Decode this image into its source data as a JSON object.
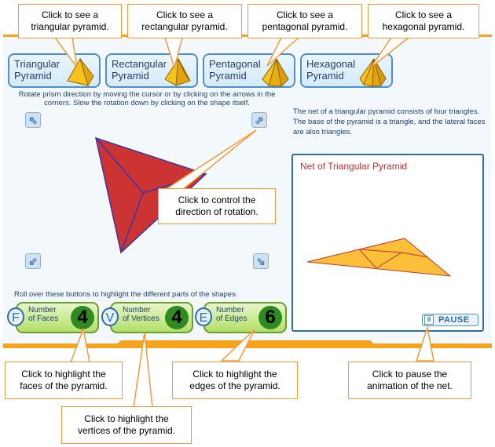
{
  "shape_tabs": [
    {
      "label": "Triangular\nPyramid",
      "icon": "triangular-pyramid-icon"
    },
    {
      "label": "Rectangular\nPyramid",
      "icon": "rectangular-pyramid-icon"
    },
    {
      "label": "Pentagonal\nPyramid",
      "icon": "pentagonal-pyramid-icon"
    },
    {
      "label": "Hexagonal\nPyramid",
      "icon": "hexagonal-pyramid-icon"
    }
  ],
  "instructions": "Rotate prism direction by moving the cursor or by clicking on the arrows in the corners. Slow the rotation down by clicking on the shape itself.",
  "rotation_arrows": {
    "up_left": "⇖",
    "up_right": "⇗",
    "down_left": "⇙",
    "down_right": "⇘"
  },
  "description": "The net of a triangular pyramid consists of four triangles. The base of the pyramid is a triangle, and the lateral faces are also triangles.",
  "net_panel": {
    "title": "Net of Triangular Pyramid",
    "pause_label": "PAUSE",
    "pause_icon": "II"
  },
  "roll_over_text": "Roll over these buttons to highlight the different parts of the shapes.",
  "counters": [
    {
      "letter": "F",
      "label": "Number\nof Faces",
      "value": "4"
    },
    {
      "letter": "V",
      "label": "Number\nof Vertices",
      "value": "4"
    },
    {
      "letter": "E",
      "label": "Number\nof Edges",
      "value": "6"
    }
  ],
  "callouts": {
    "triangular": "Click to see a\ntriangular pyramid.",
    "rectangular": "Click to see a\nrectangular pyramid.",
    "pentagonal": "Click to see a\npentagonal pyramid.",
    "hexagonal": "Click to see a\nhexagonal pyramid.",
    "rotation": "Click to control the\ndirection of rotation.",
    "faces": "Click to highlight the\nfaces of the pyramid.",
    "vertices": "Click to highlight the\nvertices of the pyramid.",
    "edges": "Click to highlight the\nedges of the pyramid.",
    "pause": "Click to pause the\nanimation of the net."
  },
  "colors": {
    "accent": "#f4a31a",
    "callout_border": "#f29a3b",
    "pyramid_face": "#cc3333",
    "net_fill": "#fbbf3a",
    "counter_green": "#2f8a1f"
  }
}
